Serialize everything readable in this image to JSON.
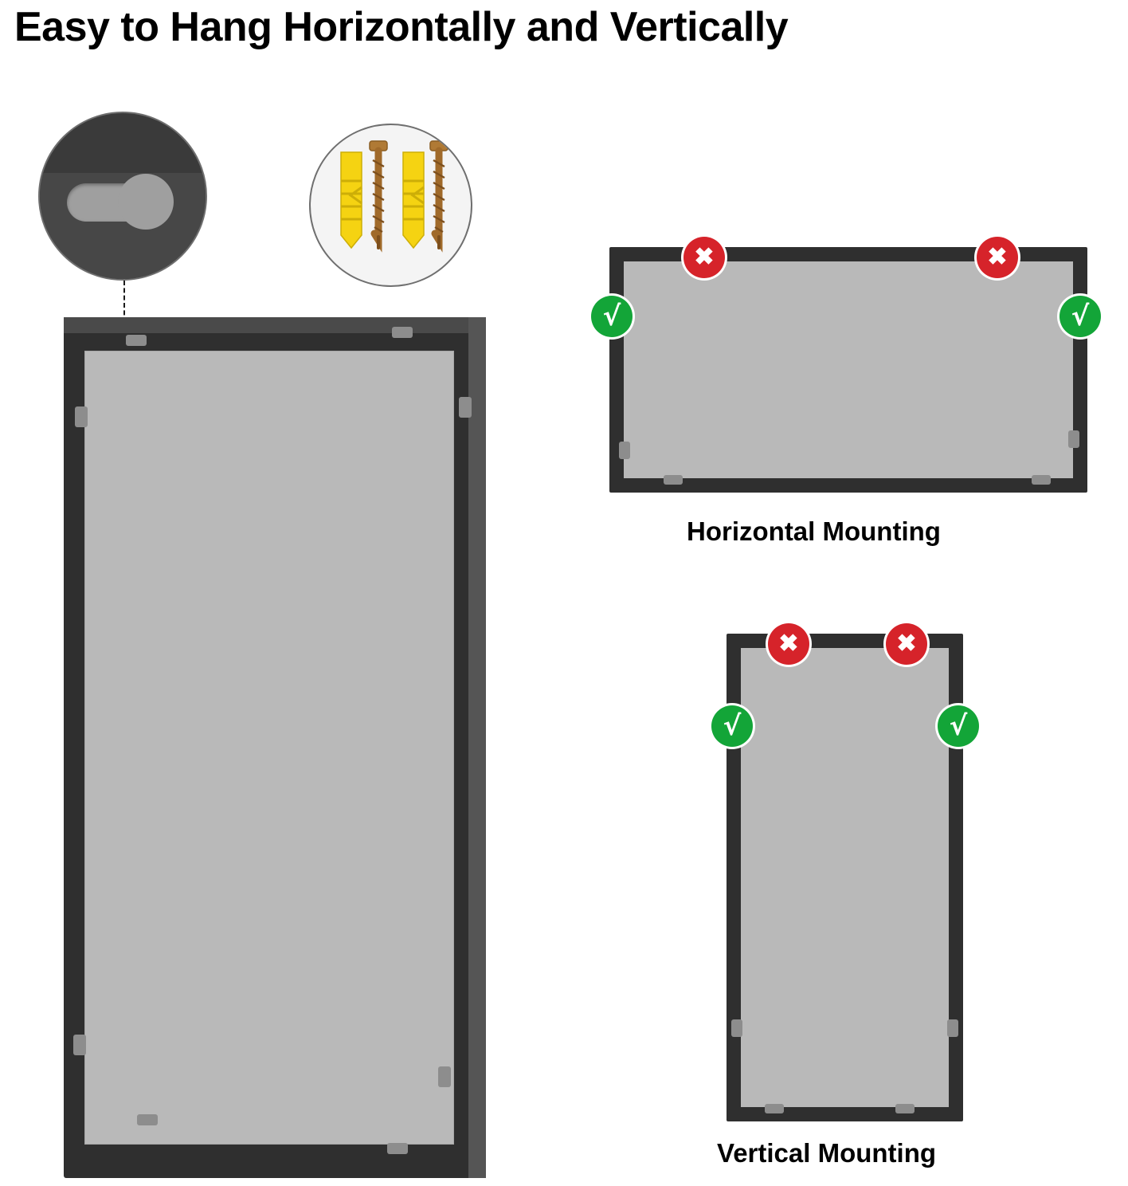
{
  "title": "Easy to Hang Horizontally and Vertically",
  "callouts": {
    "keyhole": {
      "name": "keyhole-slot-detail",
      "label": "keyhole-slot-detail-icon"
    },
    "screws": {
      "name": "screws-and-anchors-detail",
      "label": "screws-and-anchors-icon",
      "items": [
        "yellow-wall-anchor",
        "screw",
        "yellow-wall-anchor",
        "screw"
      ]
    }
  },
  "product": {
    "name": "picture-frame-back-view",
    "frame_color": "#2f2f2f",
    "mat_color": "#b9b9b9"
  },
  "diagrams": [
    {
      "id": "horizontal",
      "caption": "Horizontal Mounting",
      "markers": [
        {
          "type": "x",
          "symbol": "✖",
          "position": "top-left"
        },
        {
          "type": "x",
          "symbol": "✖",
          "position": "top-right"
        },
        {
          "type": "check",
          "symbol": "√",
          "position": "mid-left"
        },
        {
          "type": "check",
          "symbol": "√",
          "position": "mid-right"
        }
      ]
    },
    {
      "id": "vertical",
      "caption": "Vertical Mounting",
      "markers": [
        {
          "type": "x",
          "symbol": "✖",
          "position": "top-left"
        },
        {
          "type": "x",
          "symbol": "✖",
          "position": "top-right"
        },
        {
          "type": "check",
          "symbol": "√",
          "position": "mid-left"
        },
        {
          "type": "check",
          "symbol": "√",
          "position": "mid-right"
        }
      ]
    }
  ],
  "colors": {
    "x_badge": "#d6232a",
    "check_badge": "#13a538",
    "anchor_yellow": "#f5d312",
    "screw_brown": "#9a6b2f"
  }
}
